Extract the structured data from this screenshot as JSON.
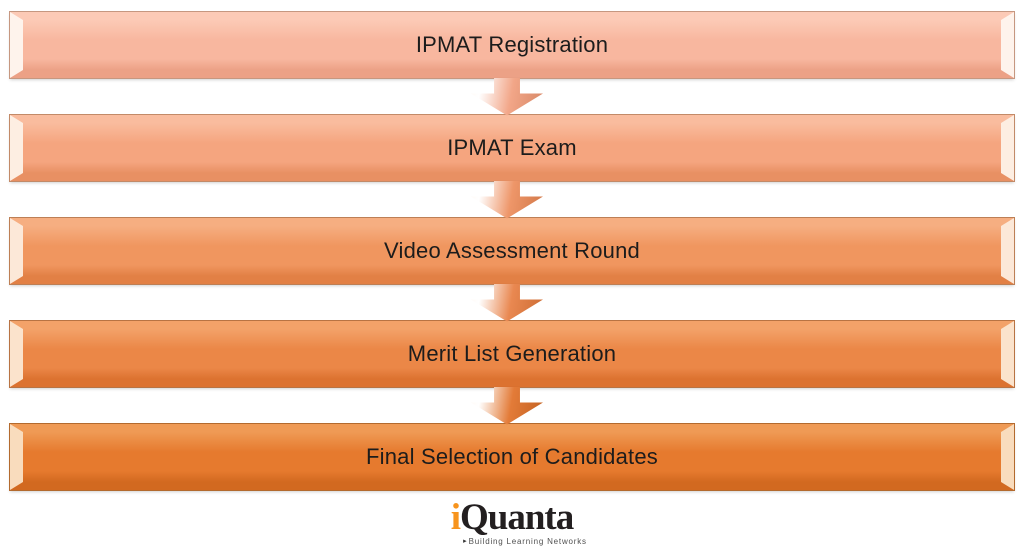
{
  "flowchart": {
    "description": "IPMAT selection process flowchart",
    "steps": [
      {
        "label": "IPMAT Registration",
        "colors": {
          "base": "#f8b79f",
          "light": "#fccab6",
          "dark": "#eca186",
          "hl": "#fef3ec",
          "edge": "#c69780"
        }
      },
      {
        "label": "IPMAT Exam",
        "colors": {
          "base": "#f5a57f",
          "light": "#f9bc9e",
          "dark": "#e89063",
          "hl": "#fdeee2",
          "edge": "#c28a68"
        }
      },
      {
        "label": "Video Assessment Round",
        "colors": {
          "base": "#f0965f",
          "light": "#f6ae81",
          "dark": "#e28045",
          "hl": "#fce8d8",
          "edge": "#bd7f55"
        }
      },
      {
        "label": "Merit List Generation",
        "colors": {
          "base": "#eb8747",
          "light": "#f3a269",
          "dark": "#dc7230",
          "hl": "#fbe3cc",
          "edge": "#b87343"
        }
      },
      {
        "label": "Final Selection of Candidates",
        "colors": {
          "base": "#e67a2e",
          "light": "#ef9a55",
          "dark": "#d26920",
          "hl": "#f9dcbd",
          "edge": "#b36a2e"
        }
      }
    ],
    "arrows": [
      {
        "base": "#f2a688",
        "dark": "#d98a69"
      },
      {
        "base": "#ee9669",
        "dark": "#d47b4b"
      },
      {
        "base": "#e98851",
        "dark": "#cf6f36"
      },
      {
        "base": "#e37b38",
        "dark": "#c66424"
      }
    ]
  },
  "logo": {
    "i_letter": "i",
    "name": "Quanta",
    "tagline": "Building Learning Networks",
    "tagline_marker": "▸",
    "i_color": "#f7941d",
    "name_color": "#231f20",
    "tagline_color": "#4f4f4f"
  }
}
